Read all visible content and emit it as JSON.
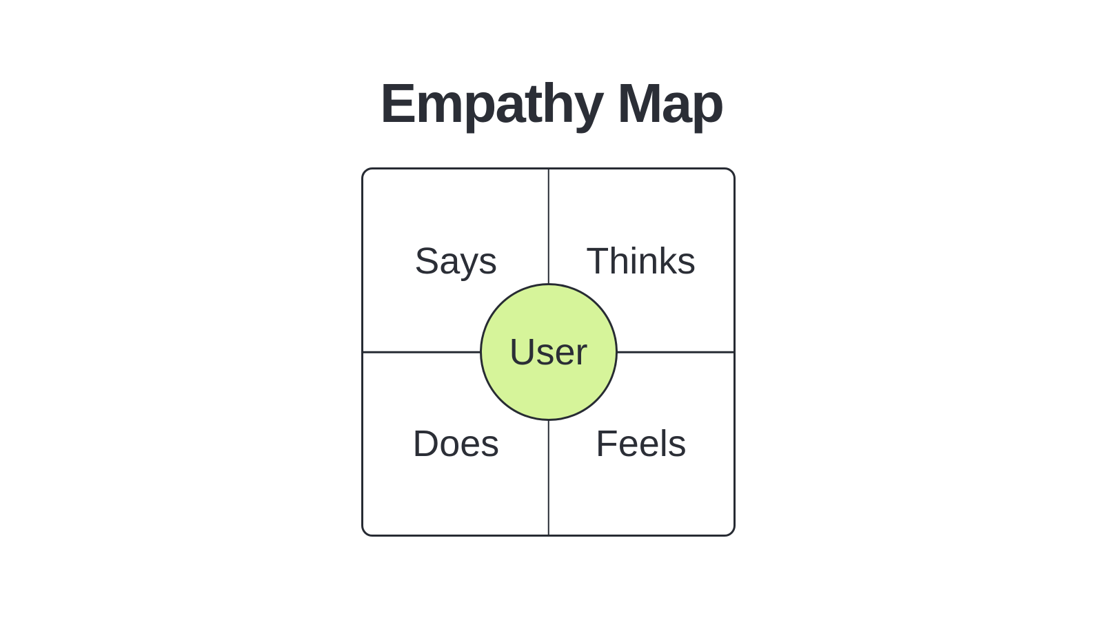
{
  "title": "Empathy Map",
  "colors": {
    "background": "#ffffff",
    "stroke": "#272b33",
    "text": "#2b2e36",
    "circle_fill": "#d6f49a"
  },
  "empathy_map": {
    "quadrants": [
      {
        "id": "says",
        "label": "Says"
      },
      {
        "id": "thinks",
        "label": "Thinks"
      },
      {
        "id": "does",
        "label": "Does"
      },
      {
        "id": "feels",
        "label": "Feels"
      }
    ],
    "center": {
      "label": "User"
    }
  }
}
